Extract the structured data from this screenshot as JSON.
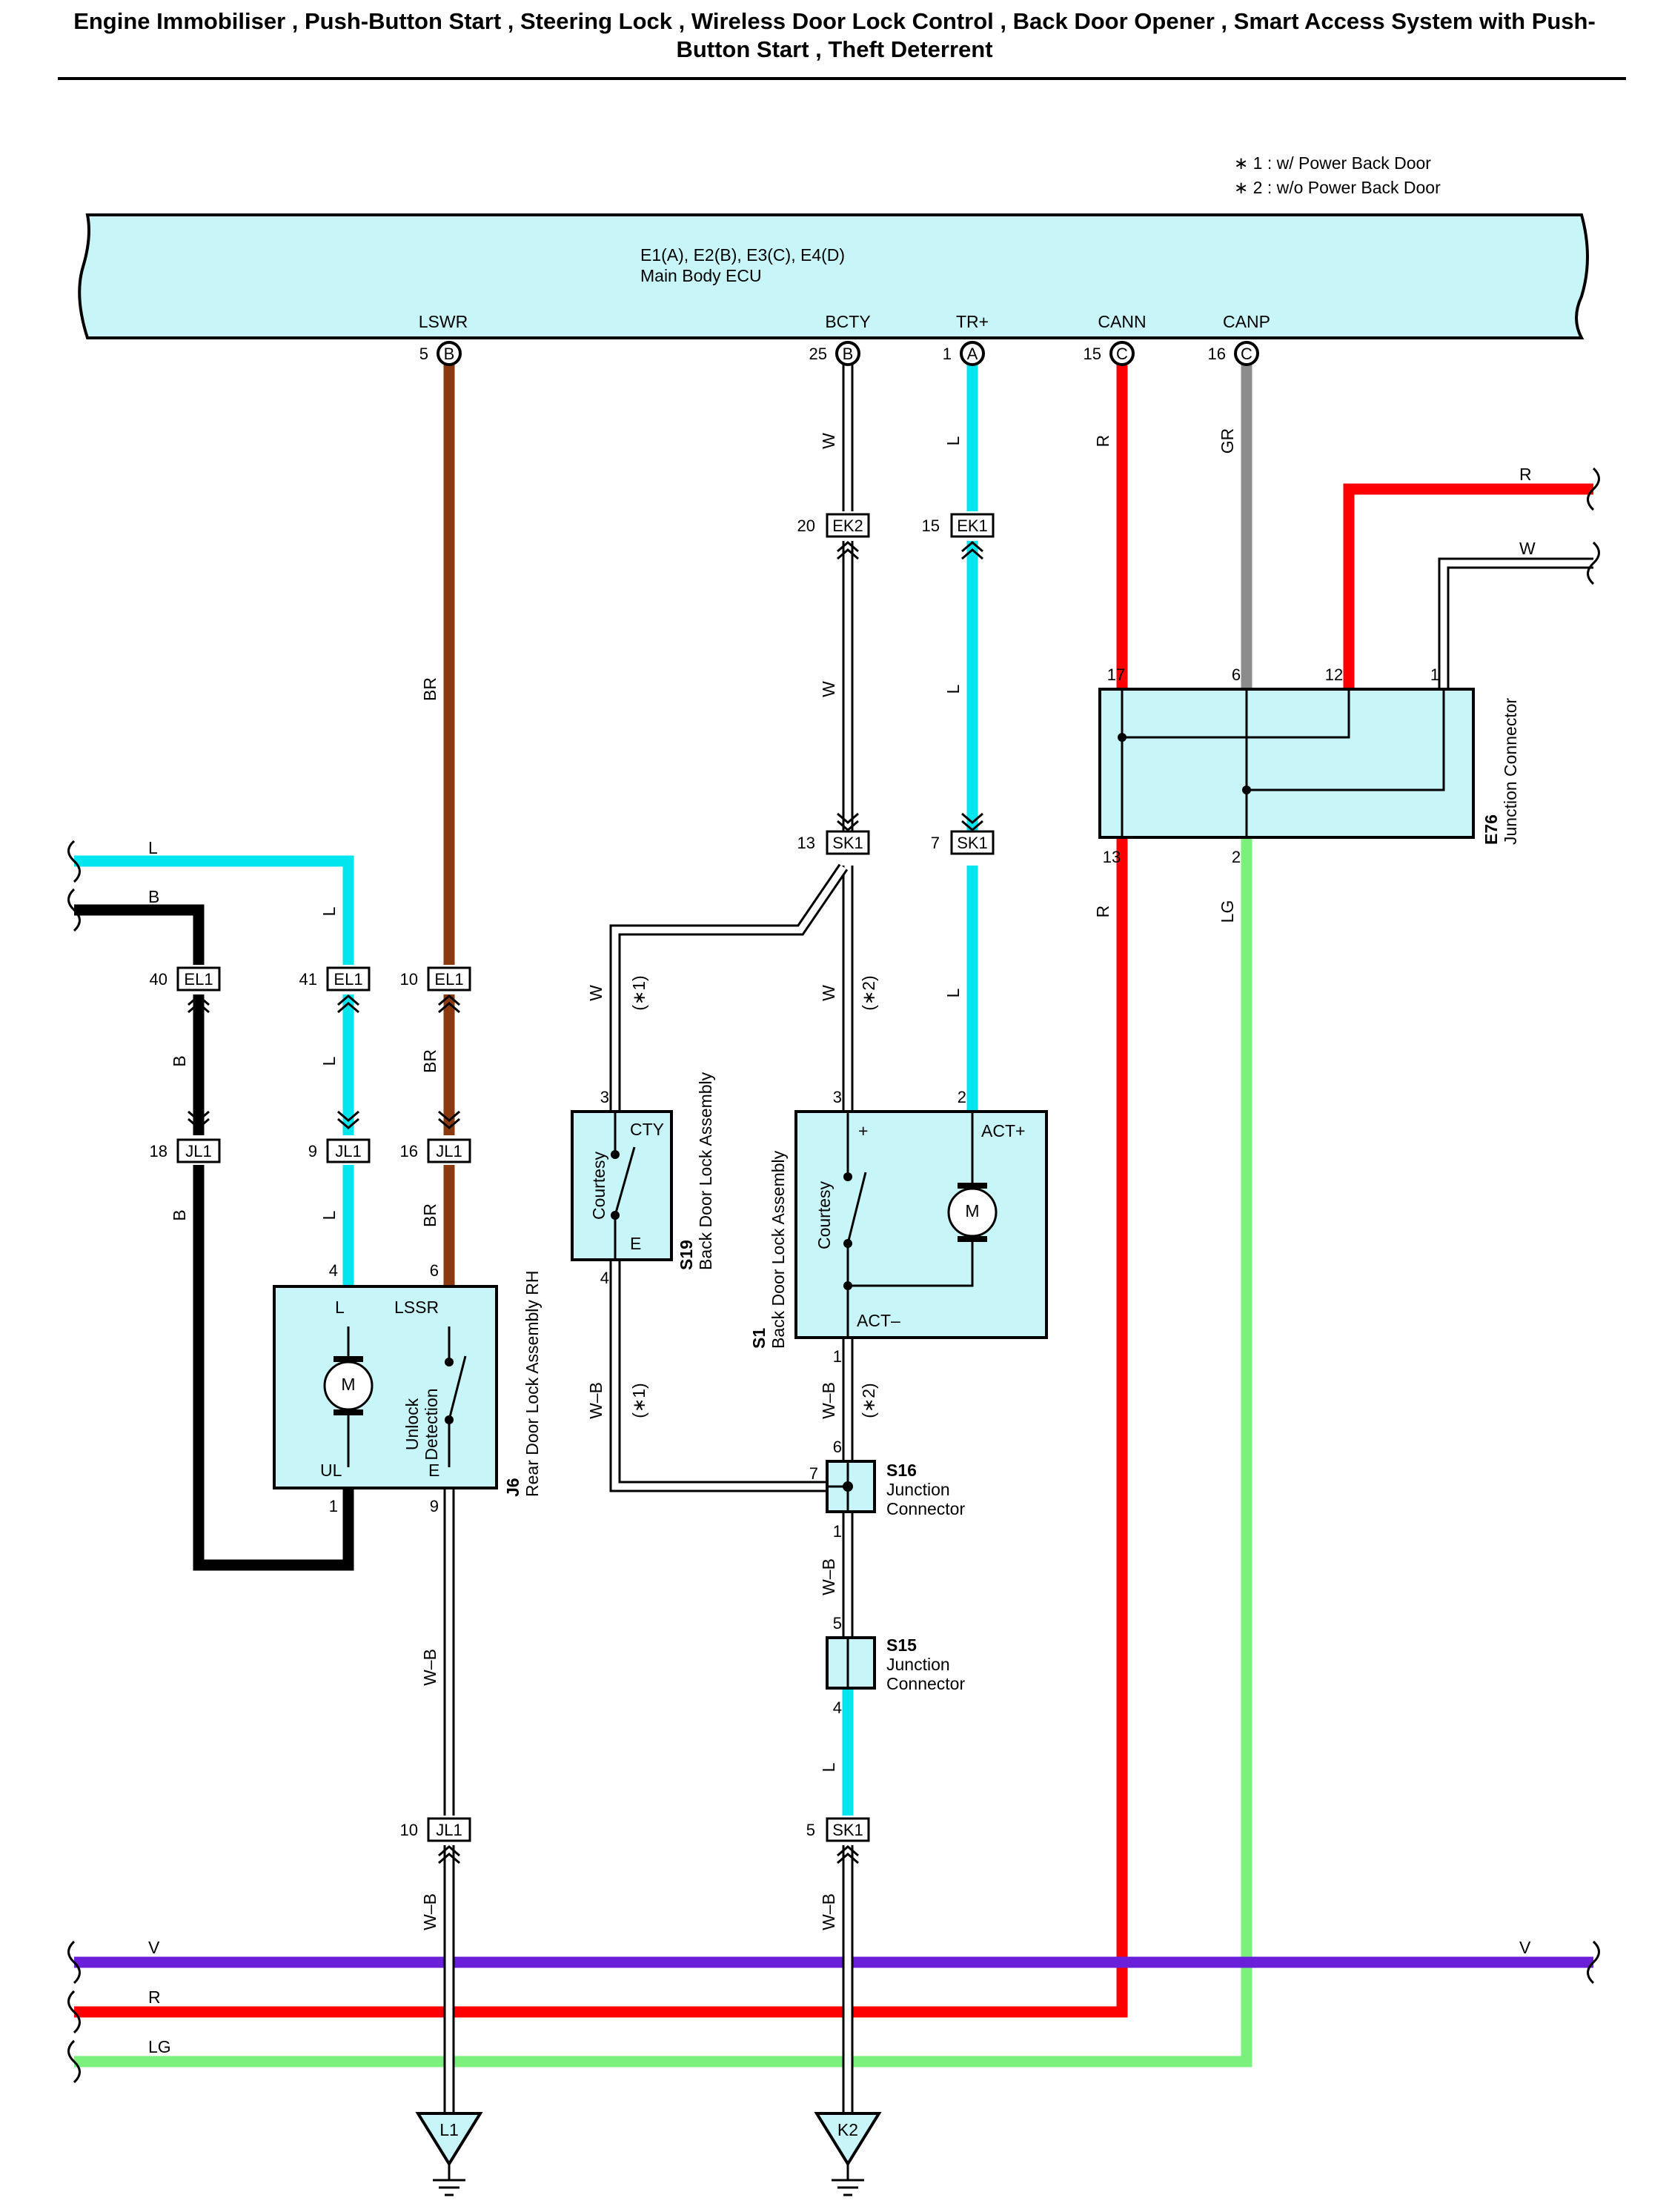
{
  "title": {
    "line1": "Engine Immobiliser , Push-Button Start , Steering Lock , Wireless Door Lock Control , Back Door Opener , Smart Access System with Push-",
    "line2": "Button Start , Theft Deterrent"
  },
  "notes": {
    "n1": "∗ 1 : w/ Power Back Door",
    "n2": "∗ 2 : w/o Power Back Door"
  },
  "ecu": {
    "connectors": "E1(A), E2(B), E3(C), E4(D)",
    "name": "Main Body ECU",
    "terminals": [
      {
        "id": "lswr",
        "name": "LSWR",
        "pin": "5",
        "conn": "B"
      },
      {
        "id": "bcty",
        "name": "BCTY",
        "pin": "25",
        "conn": "B"
      },
      {
        "id": "trp",
        "name": "TR+",
        "pin": "1",
        "conn": "A"
      },
      {
        "id": "cann",
        "name": "CANN",
        "pin": "15",
        "conn": "C"
      },
      {
        "id": "canp",
        "name": "CANP",
        "pin": "16",
        "conn": "C"
      }
    ]
  },
  "wires": {
    "W": "W",
    "L": "L",
    "BR": "BR",
    "R": "R",
    "GR": "GR",
    "B": "B",
    "LG": "LG",
    "WB": "W–B",
    "V": "V"
  },
  "connectors": {
    "ek2": {
      "name": "EK2",
      "pin": "20"
    },
    "ek1": {
      "name": "EK1",
      "pin": "15"
    },
    "sk1_13": {
      "name": "SK1",
      "pin": "13"
    },
    "sk1_7": {
      "name": "SK1",
      "pin": "7"
    },
    "sk1_5": {
      "name": "SK1",
      "pin": "5"
    },
    "el1_40": {
      "name": "EL1",
      "pin": "40"
    },
    "el1_41": {
      "name": "EL1",
      "pin": "41"
    },
    "el1_10": {
      "name": "EL1",
      "pin": "10"
    },
    "jl1_18": {
      "name": "JL1",
      "pin": "18"
    },
    "jl1_9": {
      "name": "JL1",
      "pin": "9"
    },
    "jl1_16": {
      "name": "JL1",
      "pin": "16"
    },
    "jl1_10": {
      "name": "JL1",
      "pin": "10"
    }
  },
  "e76": {
    "code": "E76",
    "name": "Junction Connector",
    "pins": {
      "p17": "17",
      "p6": "6",
      "p12": "12",
      "p1": "1",
      "p13": "13",
      "p2": "2"
    }
  },
  "j6": {
    "code": "J6",
    "name": "Rear Door Lock Assembly RH",
    "term_l": "L",
    "term_lssr": "LSSR",
    "term_ul": "UL",
    "term_e": "E",
    "motor": "M",
    "switch1": "Unlock",
    "switch2": "Detection",
    "pins": {
      "p4": "4",
      "p6": "6",
      "p1": "1",
      "p9": "9"
    }
  },
  "s19": {
    "code": "S19",
    "name": "Back Door Lock Assembly",
    "term_cty": "CTY",
    "term_e": "E",
    "switch": "Courtesy",
    "pins": {
      "p3": "3",
      "p4": "4"
    },
    "note": "(∗1)"
  },
  "s1": {
    "code": "S1",
    "name": "Back Door Lock Assembly",
    "term_plus": "+",
    "term_actp": "ACT+",
    "term_actm": "ACT–",
    "switch": "Courtesy",
    "motor": "M",
    "pins": {
      "p3": "3",
      "p2": "2",
      "p1": "1"
    },
    "note": "(∗2)"
  },
  "s16": {
    "code": "S16",
    "line1": "Junction",
    "line2": "Connector",
    "pins": {
      "p6": "6",
      "p7": "7",
      "p1": "1"
    }
  },
  "s15": {
    "code": "S15",
    "line1": "Junction",
    "line2": "Connector",
    "pins": {
      "p5": "5",
      "p4": "4"
    }
  },
  "grounds": {
    "l1": "L1",
    "k2": "K2"
  },
  "colors": {
    "ecu_fill": "#c8f5f7",
    "blue_L": "#00e5ee",
    "brown_BR": "#8b3a0f",
    "red_R": "#ff0000",
    "gray_GR": "#8c8c8c",
    "black_B": "#000000",
    "lightgreen_LG": "#7cf07c",
    "violet_V": "#6a1fd8"
  }
}
